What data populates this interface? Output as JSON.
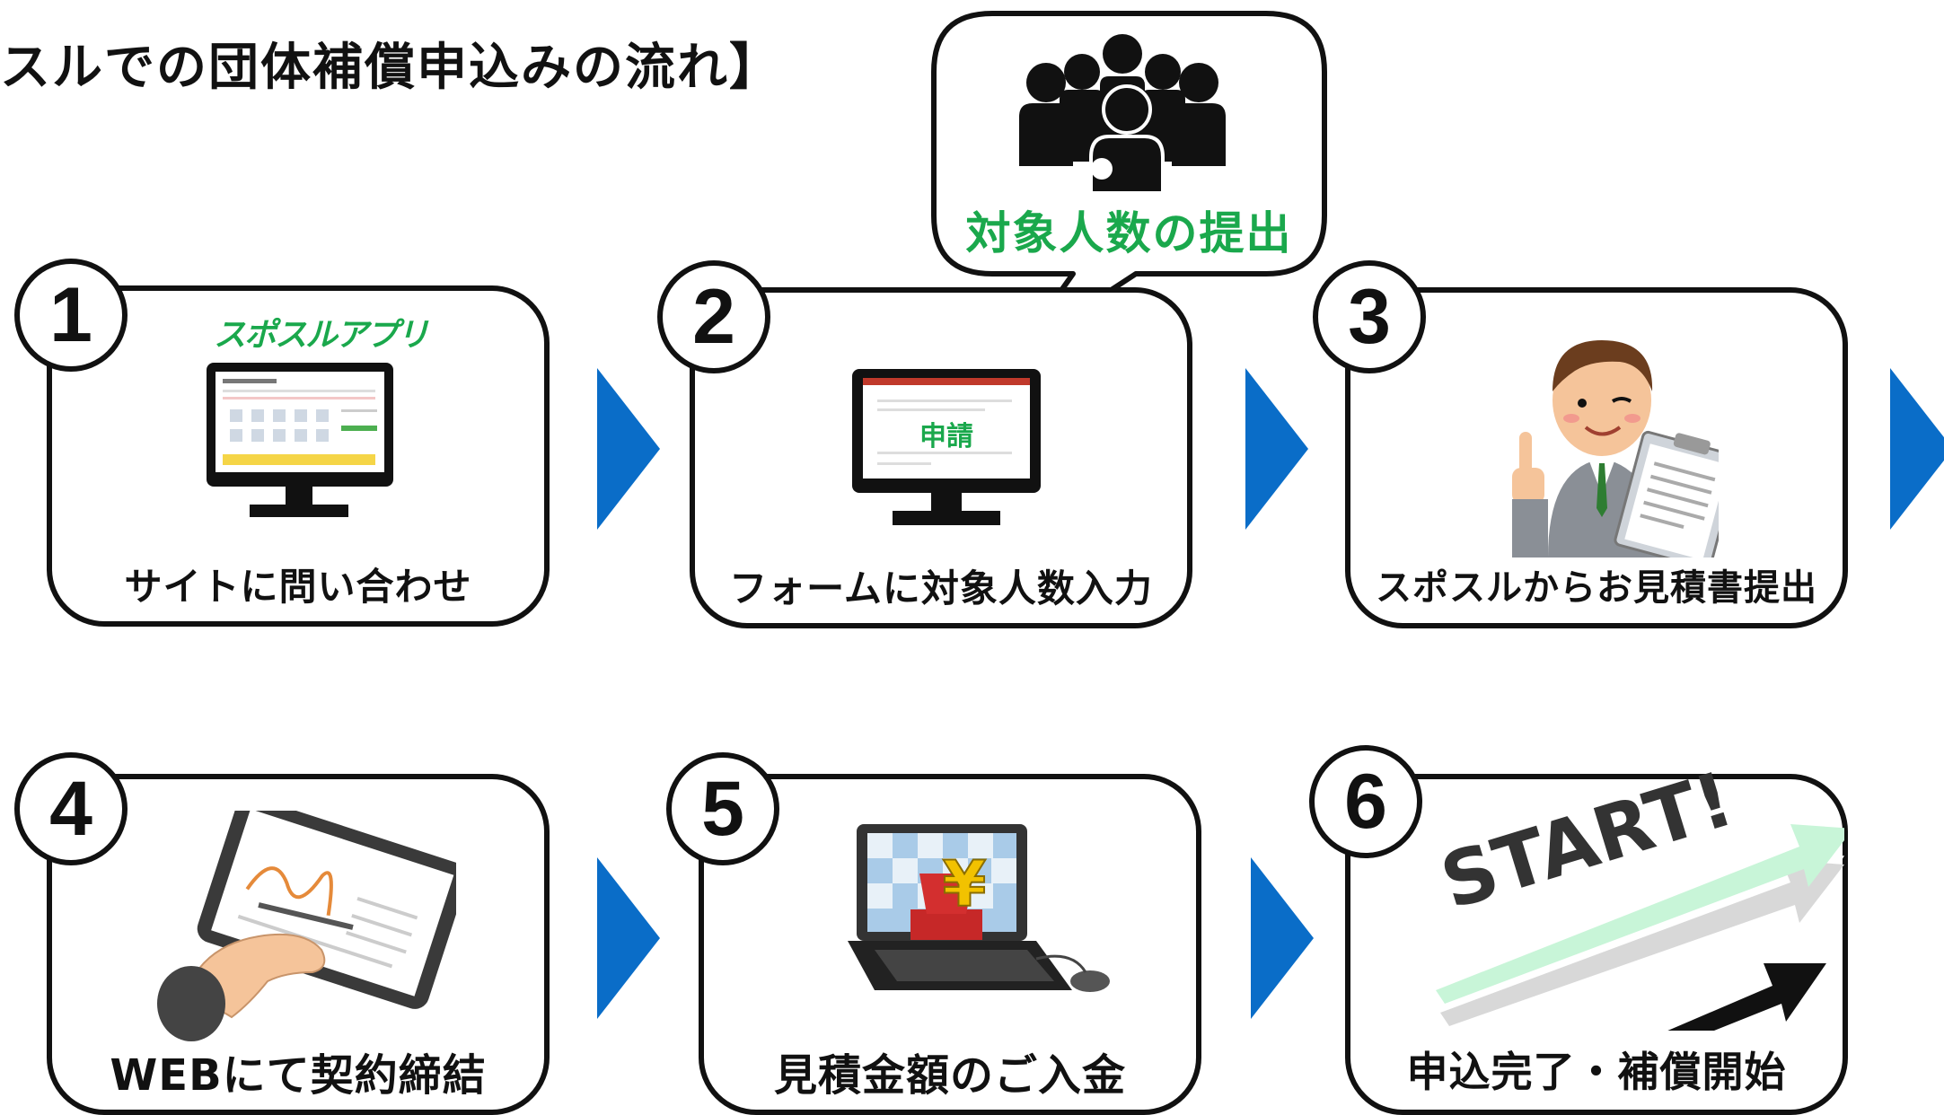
{
  "title": "スルでの団体補償申込みの流れ】",
  "callout": {
    "text": "対象人数の提出",
    "color": "#1aa84c"
  },
  "steps": [
    {
      "number": "1",
      "label": "サイトに問い合わせ",
      "logo": "スポスルアプリ"
    },
    {
      "number": "2",
      "label": "フォームに対象人数入力",
      "screen_text": "申請"
    },
    {
      "number": "3",
      "label": "スポスルからお見積書提出"
    },
    {
      "number": "4",
      "label": "WEBにて契約締結"
    },
    {
      "number": "5",
      "label": "見積金額のご入金",
      "yen": "¥"
    },
    {
      "number": "6",
      "label": "申込完了・補償開始",
      "start_text": "START!"
    }
  ],
  "colors": {
    "arrow": "#0a6dc8",
    "text": "#111111",
    "accent_green": "#1aa84c"
  },
  "icons": [
    "people-group-icon",
    "monitor-icon",
    "businessman-icon",
    "tablet-signature-icon",
    "laptop-yen-icon",
    "start-arrows-icon",
    "chevron-right-icon"
  ]
}
